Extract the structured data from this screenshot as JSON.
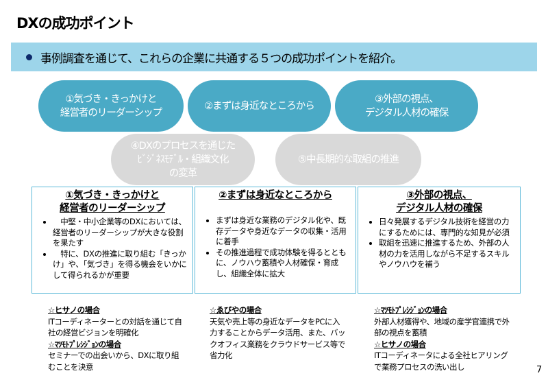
{
  "title": "DXの成功ポイント",
  "banner": "事例調査を通じて、これらの企業に共通する５つの成功ポイントを紹介。",
  "pills": [
    {
      "label": "①気づき・きっかけと\n経営者のリーダーシップ",
      "active": true
    },
    {
      "label": "②まずは身近なところから",
      "active": true
    },
    {
      "label": "③外部の視点、\nデジタル人材の確保",
      "active": true
    },
    {
      "label": "④DXのプロセスを通じた\nﾋﾞｼﾞﾈｽﾓﾃﾞﾙ・組織文化\nの変革",
      "active": false
    },
    {
      "label": "⑤中長期的な取組の推進",
      "active": false
    }
  ],
  "boxes": [
    {
      "heading": "①気づき・きっかけと\n経営者のリーダーシップ",
      "bullets": [
        "　中堅・中小企業等のDXにおいては、経営者のリーダーシップが大きな役割を果たす",
        "　特に、DXの推進に取り組む「きっかけ」や、「気づき」を得る機会をいかにして得られるかが重要"
      ]
    },
    {
      "heading": "②まずは身近なところから",
      "bullets": [
        "まずは身近な業務のデジタル化や、既存データや身近なデータの収集・活用に着手",
        "その推進過程で成功体験を得るとともに、ノウハウ蓄積や人材確保・育成し、組織全体に拡大"
      ]
    },
    {
      "heading": "③外部の視点、\nデジタル人材の確保",
      "bullets": [
        "日々発展するデジタル技術を経営の力にするためには、専門的な知見が必須",
        "取組を迅速に推進するため、外部の人材の力を活用しながら不足するスキルやノウハウを補う"
      ]
    }
  ],
  "cases": [
    [
      {
        "heading": "☆ヒサノの場合",
        "text": "ITコーディネーターとの対話を通じて自社の経営ビジョンを明確化"
      },
      {
        "heading": "☆ﾏﾂﾓﾄﾌﾟﾚｼｼﾞｮﾝの場合",
        "text": "セミナーでの出会いから、DXに取り組むことを決意"
      }
    ],
    [
      {
        "heading": "☆ゑびやの場合",
        "text": "天気や売上等の身近なデータをPCに入力することからデータ活用、また、バックオフィス業務をクラウドサービス等で省力化"
      }
    ],
    [
      {
        "heading": "☆ﾏﾂﾓﾄﾌﾟﾚｼｼﾞｮﾝの場合",
        "text": "外部人材獲得や、地域の産学官連携で外部の視点を蓄積"
      },
      {
        "heading": "☆ヒサノの場合",
        "text": "ITコーディネータによる全社ヒアリングで業務プロセスの洗い出し"
      }
    ]
  ],
  "page_number": "7",
  "colors": {
    "banner": "#9dd5ea",
    "pill_active": "#4aaac6",
    "pill_inactive": "#d9d9d9",
    "box_border": "#5bb8d8",
    "bullet_dot": "#0d2a6b"
  }
}
